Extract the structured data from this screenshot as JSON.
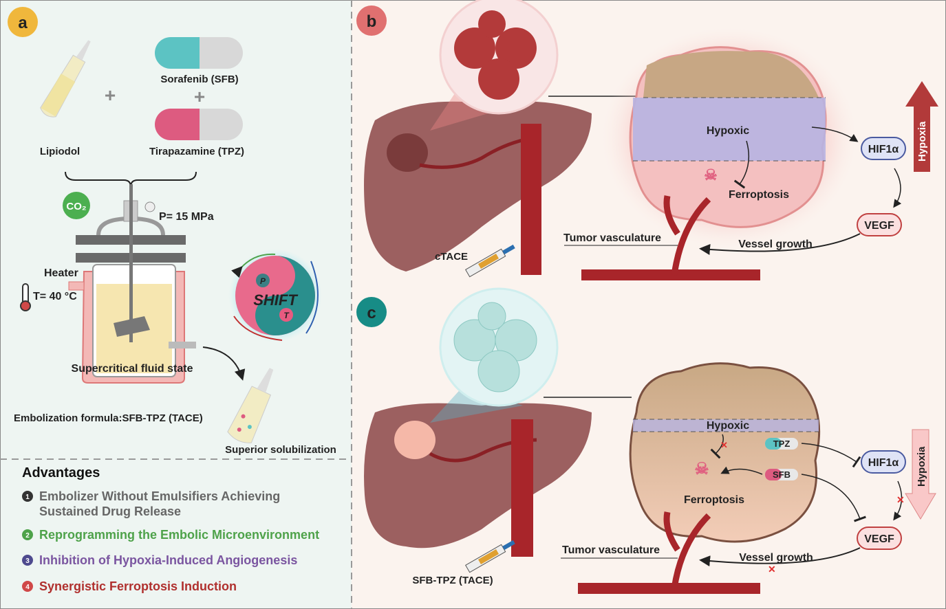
{
  "panel_a": {
    "label": "a",
    "lipiodol": "Lipiodol",
    "sorafenib": "Sorafenib (SFB)",
    "tirapazamine": "Tirapazamine (TPZ)",
    "plus": "+",
    "co2": "CO₂",
    "pressure": "P= 15 MPa",
    "heater": "Heater",
    "temperature": "T= 40 °C",
    "shift": "SHIFT",
    "p_badge": "P",
    "t_badge": "T",
    "state": "Supercritical fluid state",
    "formula": "Embolization formula:SFB-TPZ (TACE)",
    "solubilization": "Superior solubilization",
    "advantages_title": "Advantages",
    "advantages": [
      {
        "num": "1",
        "text1": "Embolizer Without Emulsifiers Achieving",
        "text2": "Sustained Drug Release",
        "color": "#666666",
        "badge": "#333333"
      },
      {
        "num": "2",
        "text1": "Reprogramming the Embolic Microenvironment",
        "color": "#4ea24a",
        "badge": "#4ea24a"
      },
      {
        "num": "3",
        "text1": "Inhibition of Hypoxia-Induced Angiogenesis",
        "color": "#7a55a0",
        "badge": "#4e4a8e"
      },
      {
        "num": "4",
        "text1": "Synergistic Ferroptosis Induction",
        "color": "#b0302e",
        "badge": "#d04848"
      }
    ]
  },
  "panel_b": {
    "label": "b",
    "hypoxic": "Hypoxic",
    "ferroptosis": "Ferroptosis",
    "hif": "HIF1α",
    "vegf": "VEGF",
    "hypoxia": "Hypoxia",
    "tumor_vasculature": "Tumor vasculature",
    "vessel_growth": "Vessel growth",
    "procedure": "cTACE"
  },
  "panel_c": {
    "label": "c",
    "hypoxic": "Hypoxic",
    "ferroptosis": "Ferroptosis",
    "tpz": "TPZ",
    "sfb": "SFB",
    "hif": "HIF1α",
    "vegf": "VEGF",
    "hypoxia": "Hypoxia",
    "tumor_vasculature": "Tumor vasculature",
    "vessel_growth": "Vessel growth",
    "procedure": "SFB-TPZ (TACE)"
  },
  "colors": {
    "left_bg": "#eef5f2",
    "right_bg": "#fbf3ee",
    "vessel": "#a8252a",
    "teal": "#1f8a86",
    "pink": "#e0507a"
  }
}
